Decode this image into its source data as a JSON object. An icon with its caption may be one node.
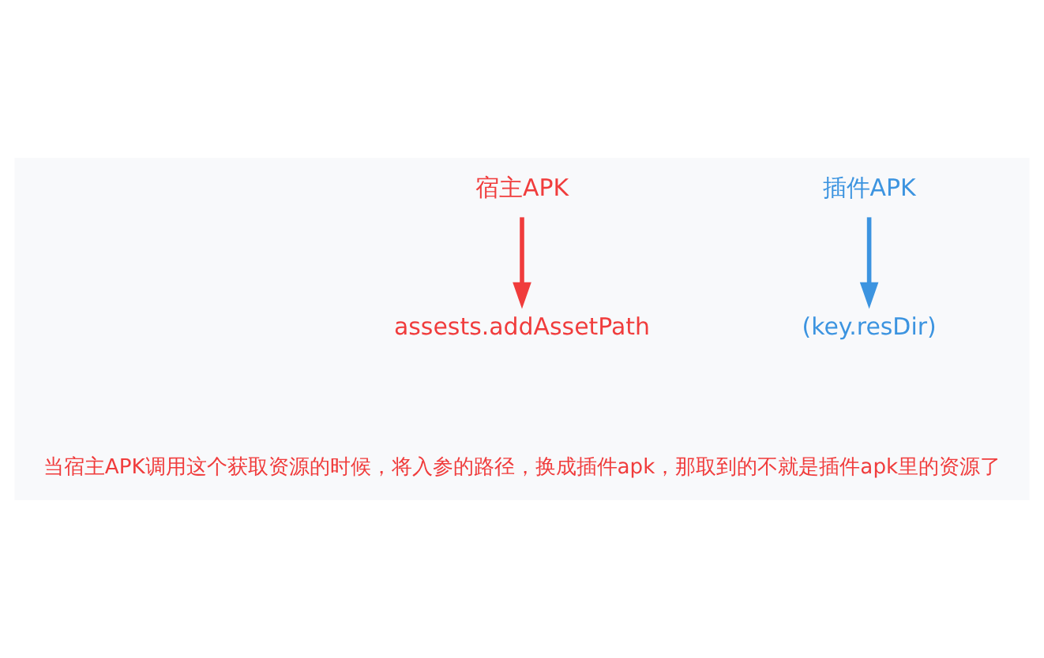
{
  "diagram": {
    "nodes": [
      {
        "text": [
          "宿主APK"
        ]
      },
      {
        "text": [
          "插件APK"
        ]
      },
      {
        "text": [
          "assests.addAssetPath"
        ]
      },
      {
        "text": [
          "(key.resDir)"
        ]
      }
    ],
    "edges": [
      {
        "from": 0,
        "to": 2,
        "arrow": "to",
        "color": "#f03c3c"
      },
      {
        "from": 1,
        "to": 3,
        "arrow": "to",
        "color": "#3c94e0"
      }
    ],
    "labels": [
      "当宿主APK调用这个获取资源的时候，将入参的路径，换成插件apk，那取到的不就是插件apk里的资源了"
    ]
  }
}
